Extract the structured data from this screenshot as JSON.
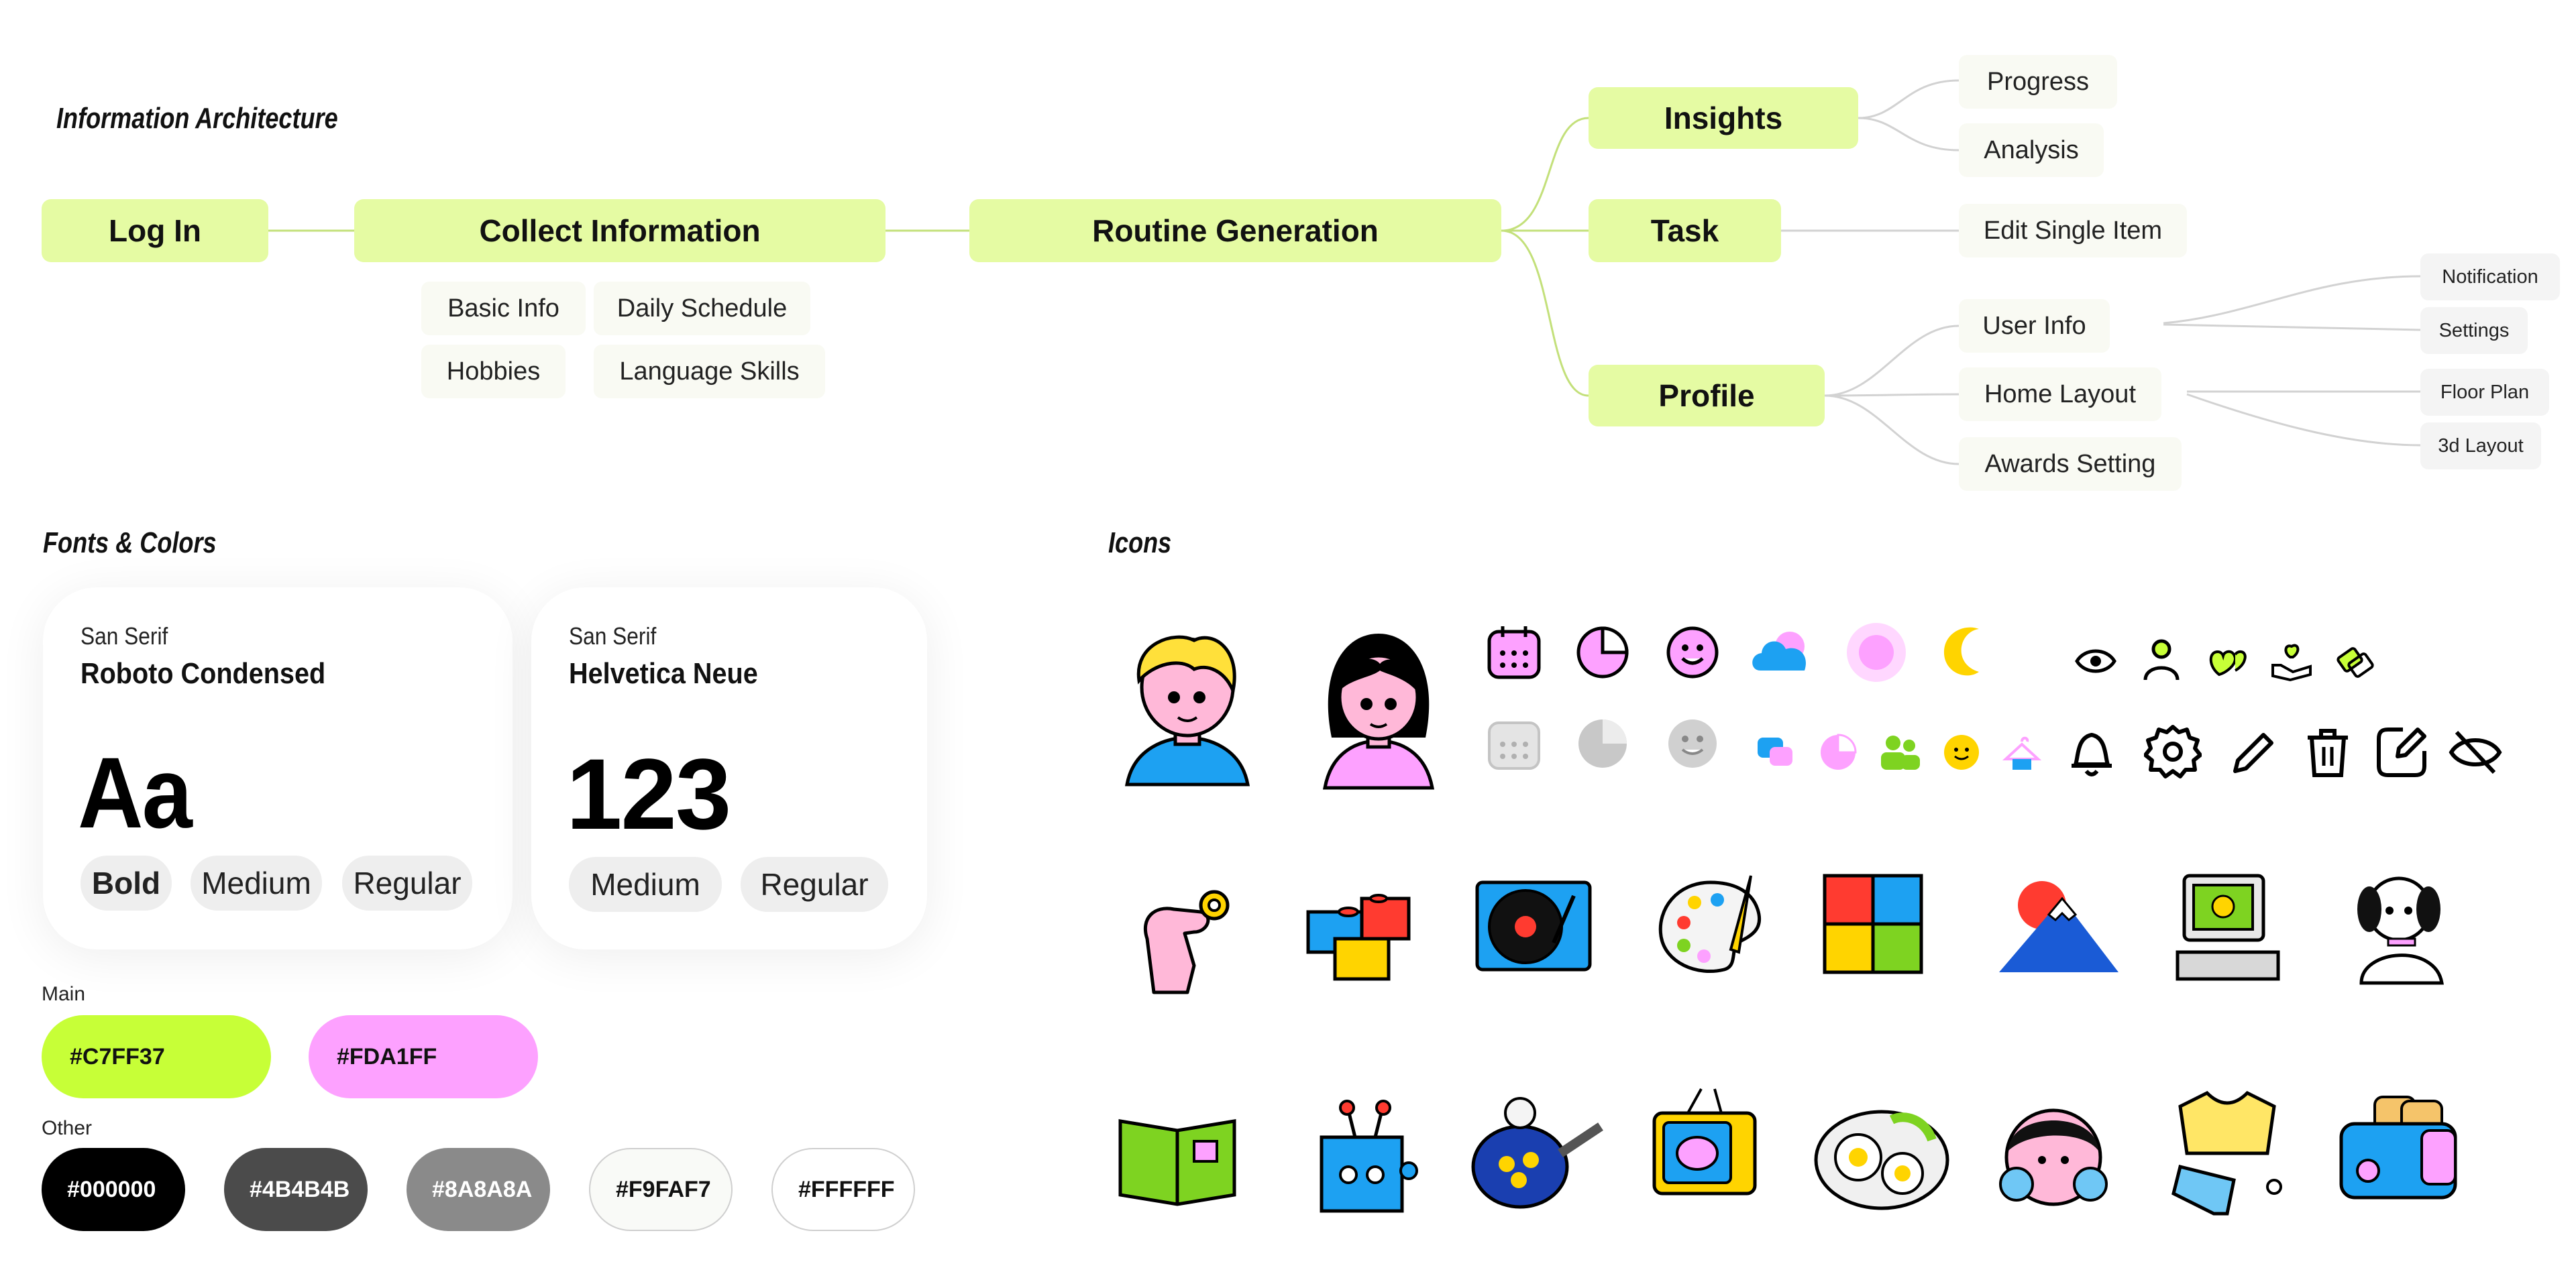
{
  "sections": {
    "ia": "Information  Architecture",
    "fonts": "Fonts & Colors",
    "icons": "Icons"
  },
  "ia": {
    "login": "Log In",
    "collect": "Collect Information",
    "collect_items": [
      "Basic Info",
      "Daily Schedule",
      "Hobbies",
      "Language Skills"
    ],
    "routine": "Routine Generation",
    "insights": "Insights",
    "insights_items": [
      "Progress",
      "Analysis"
    ],
    "task": "Task",
    "task_items": [
      "Edit Single Item"
    ],
    "profile": "Profile",
    "profile_items": [
      "User Info",
      "Home Layout",
      "Awards Setting"
    ],
    "user_info_items": [
      "Notification",
      "Settings"
    ],
    "home_layout_items": [
      "Floor Plan",
      "3d Layout"
    ]
  },
  "fonts": {
    "card1": {
      "category": "San Serif",
      "name": "Roboto Condensed",
      "sample": "Aa",
      "weights": [
        "Bold",
        "Medium",
        "Regular"
      ]
    },
    "card2": {
      "category": "San Serif",
      "name": "Helvetica Neue",
      "sample": "123",
      "weights": [
        "Medium",
        "Regular"
      ]
    }
  },
  "colors": {
    "main_label": "Main",
    "main": [
      "#C7FF37",
      "#FDA1FF"
    ],
    "other_label": "Other",
    "other": [
      "#000000",
      "#4B4B4B",
      "#8A8A8A",
      "#F9FAF7",
      "#FFFFFF"
    ]
  },
  "icons": {
    "avatars": [
      "boy-avatar-icon",
      "girl-avatar-icon"
    ],
    "color_row": [
      "calendar-icon",
      "pie-chart-icon",
      "smile-icon",
      "cloud-icon",
      "sun-glow-icon",
      "moon-icon"
    ],
    "gray_row": [
      "calendar-gray-icon",
      "pie-chart-gray-icon",
      "smile-gray-icon"
    ],
    "mini_color_row": [
      "chat-icon",
      "pie-mini-icon",
      "users-icon",
      "emoji-icon",
      "hanger-icon"
    ],
    "line_row1": [
      "eye-icon",
      "user-icon",
      "hearts-icon",
      "hand-heart-icon",
      "handshake-icon"
    ],
    "line_row2": [
      "bell-icon",
      "gear-icon",
      "pencil-icon",
      "trash-icon",
      "edit-square-icon",
      "eye-off-icon"
    ],
    "illustrations_row1": [
      "hand-ring-icon",
      "blocks-icon",
      "turntable-icon",
      "palette-icon",
      "puzzle-icon",
      "mountain-icon",
      "computer-icon",
      "puppy-icon"
    ],
    "illustrations_row2": [
      "book-icon",
      "robot-icon",
      "frying-pan-icon",
      "tv-icon",
      "breakfast-plate-icon",
      "crying-face-icon",
      "clothes-icon",
      "toaster-icon"
    ]
  }
}
